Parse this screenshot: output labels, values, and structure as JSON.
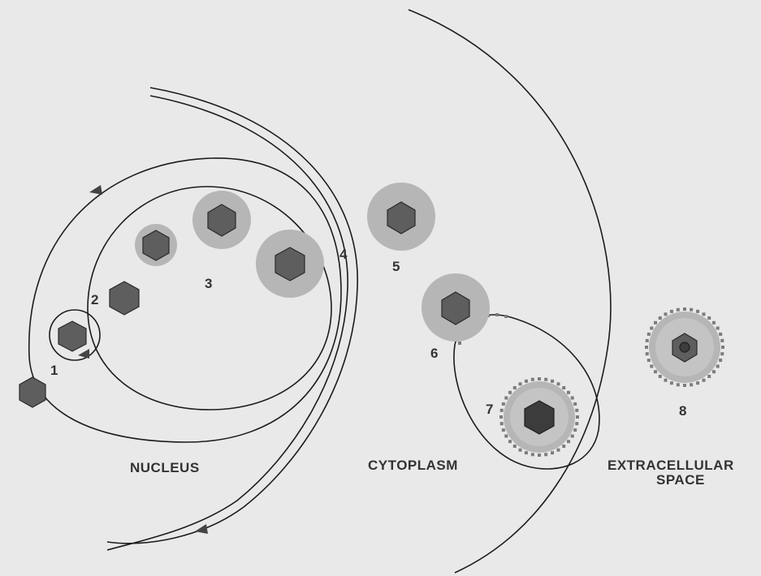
{
  "diagram": {
    "step_labels": [
      "1",
      "2",
      "3",
      "4",
      "5",
      "6",
      "7",
      "8"
    ],
    "regions": {
      "nucleus": "NUCLEUS",
      "cytoplasm": "CYTOPLASM",
      "extracellular_line1": "EXTRACELLULAR",
      "extracellular_line2": "SPACE"
    },
    "colors": {
      "background": "#e9e9e9",
      "membrane": "#1c1c1c",
      "capsid": "#5e5e5e",
      "tegument": "#b6b6b6"
    }
  }
}
